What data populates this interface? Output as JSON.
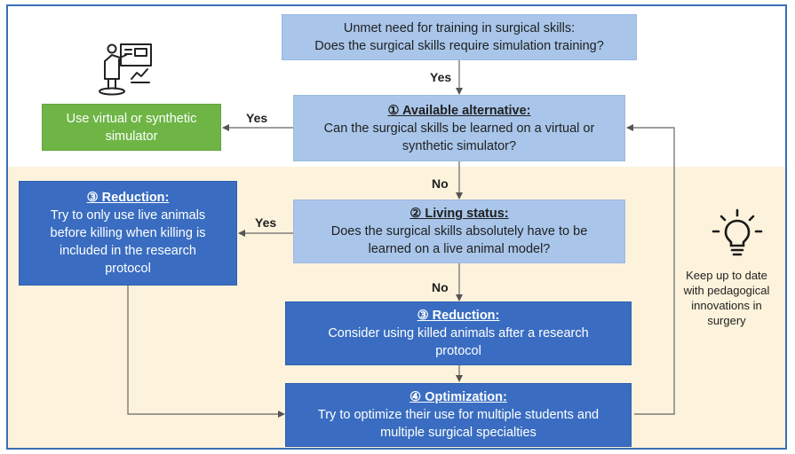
{
  "boxes": {
    "unmet_line1": "Unmet need for training in surgical skills:",
    "unmet_line2": "Does the surgical skills require simulation training?",
    "alt_title": "① Available alternative:",
    "alt_line1": "Can the surgical skills be learned on a virtual or",
    "alt_line2": "synthetic simulator?",
    "virtual_line1": "Use virtual or synthetic",
    "virtual_line2": "simulator",
    "living_title": "② Living status:",
    "living_line1": "Does the surgical skills absolutely have to be",
    "living_line2": "learned on a live animal model?",
    "red1_title": "③ Reduction:",
    "red1_line1": "Try to only use live animals",
    "red1_line2": "before killing when killing is",
    "red1_line3": "included in the research",
    "red1_line4": "protocol",
    "red2_title": "③ Reduction:",
    "red2_line1": "Consider using killed animals after a research",
    "red2_line2": "protocol",
    "opt_title": "④ Optimization:",
    "opt_line1": "Try to optimize their use for multiple students and",
    "opt_line2": "multiple surgical specialties"
  },
  "labels": {
    "yes1": "Yes",
    "yes2": "Yes",
    "no1": "No",
    "yes3": "Yes",
    "no2": "No"
  },
  "tip": {
    "line1": "Keep up to date",
    "line2": "with pedagogical",
    "line3": "innovations in",
    "line4": "surgery"
  },
  "icons": [
    "presenter-icon",
    "lightbulb-icon"
  ],
  "colors": {
    "light_box": "#a9c6ea",
    "dark_box": "#3a6dc1",
    "green_box": "#6eb546",
    "beige_band": "#fdf3dc",
    "frame": "#3a6fb6"
  }
}
